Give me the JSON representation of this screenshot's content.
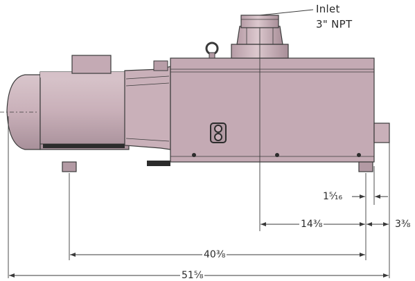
{
  "callout": {
    "line1": "Inlet",
    "line2": "3\" NPT"
  },
  "dimensions": {
    "outlet_offset": "1⁵⁄₁₆",
    "inlet_to_outlet": "14⅜",
    "outlet_projection": "3⅜",
    "foot_spacing": "40⅜",
    "overall_length": "51⅝"
  },
  "colors": {
    "body": "#c4aab4",
    "body_light": "#d6c1c8",
    "body_dark": "#a88e98",
    "outline": "#3a3a3a",
    "dimension_line": "#3a3a3a"
  }
}
